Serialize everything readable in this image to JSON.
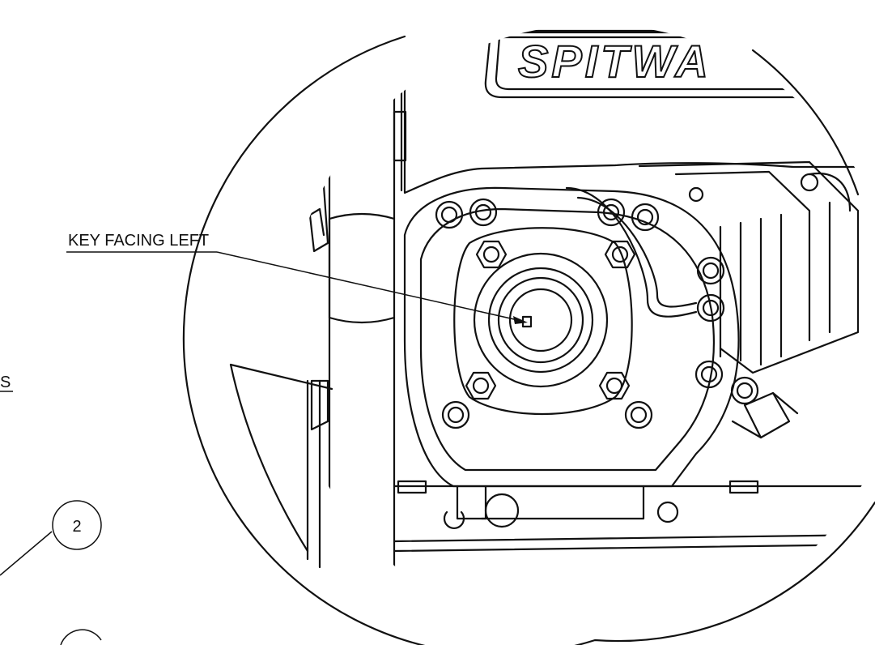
{
  "callout": {
    "key_label": "KEY FACING LEFT",
    "partial_label": "S"
  },
  "balloons": {
    "item_2": "2"
  },
  "engine": {
    "brand_text": "SPITWA"
  },
  "colors": {
    "ink": "#111111",
    "paper": "#ffffff"
  }
}
